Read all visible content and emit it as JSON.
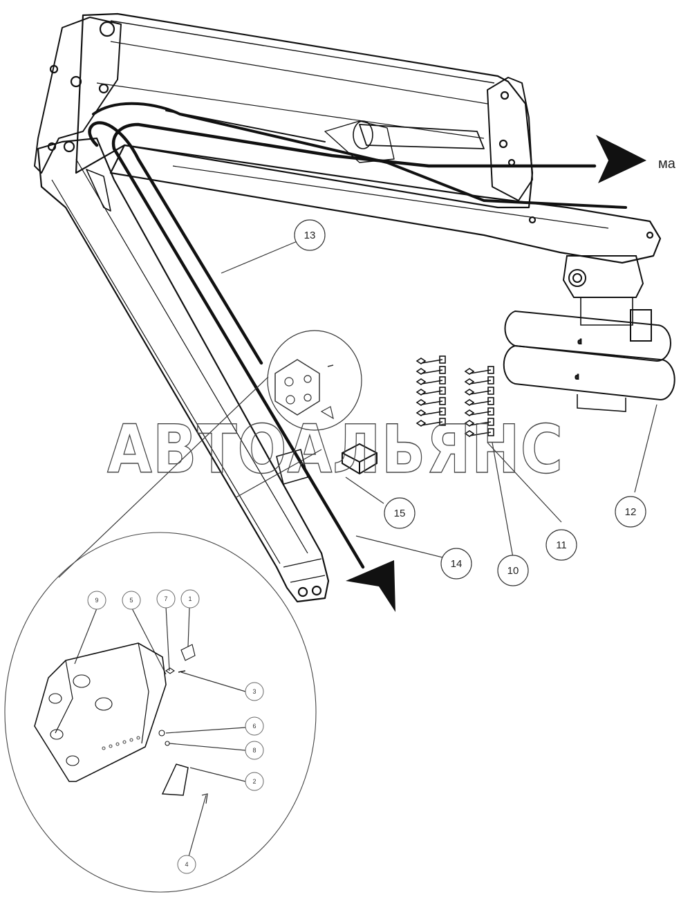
{
  "watermark": "АВТОАЛЬЯНС",
  "edge_label": "ма",
  "callouts_main": [
    "13",
    "15",
    "14",
    "10",
    "11",
    "12"
  ],
  "callouts_detail": [
    "9",
    "5",
    "7",
    "1",
    "3",
    "6",
    "8",
    "2",
    "4"
  ]
}
